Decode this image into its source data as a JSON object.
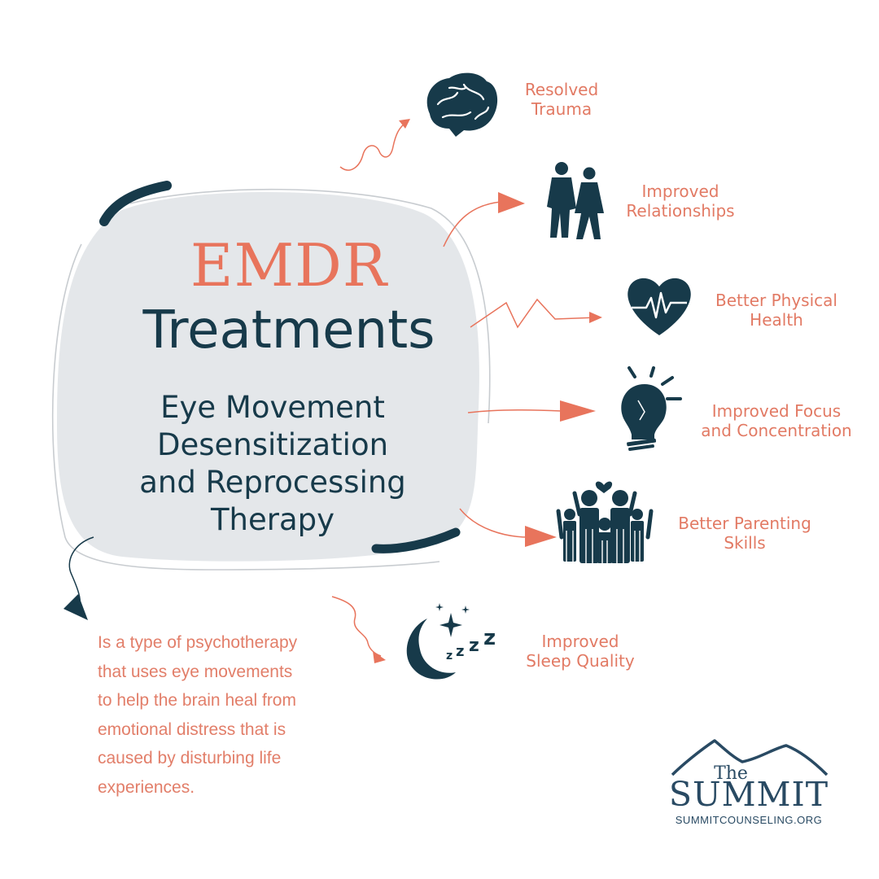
{
  "title": {
    "emdr": "EMDR",
    "treatments": "Treatments"
  },
  "subtitle": [
    "Eye Movement",
    "Desensitization",
    "and Reprocessing",
    "Therapy"
  ],
  "description": [
    "Is a type of psychotherapy",
    "that uses eye movements",
    "to help the brain heal from",
    "emotional distress that is",
    "caused by disturbing life",
    "experiences."
  ],
  "benefits": [
    {
      "icon": "brain-icon",
      "lines": [
        "Resolved",
        "Trauma"
      ]
    },
    {
      "icon": "couple-walking-icon",
      "lines": [
        "Improved",
        "Relationships"
      ]
    },
    {
      "icon": "heart-pulse-icon",
      "lines": [
        "Better Physical",
        "Health"
      ]
    },
    {
      "icon": "lightbulb-icon",
      "lines": [
        "Improved Focus",
        "and Concentration"
      ]
    },
    {
      "icon": "family-icon",
      "lines": [
        "Better Parenting",
        "Skills"
      ]
    },
    {
      "icon": "moon-sleep-icon",
      "lines": [
        "Improved",
        "Sleep Quality"
      ]
    }
  ],
  "logo": {
    "the": "The",
    "name": "SUMMIT",
    "url": "SUMMITCOUNSELING.ORG"
  },
  "colors": {
    "accent": "#e8745c",
    "navy": "#173a4a",
    "blob": "#e4e7ea"
  }
}
